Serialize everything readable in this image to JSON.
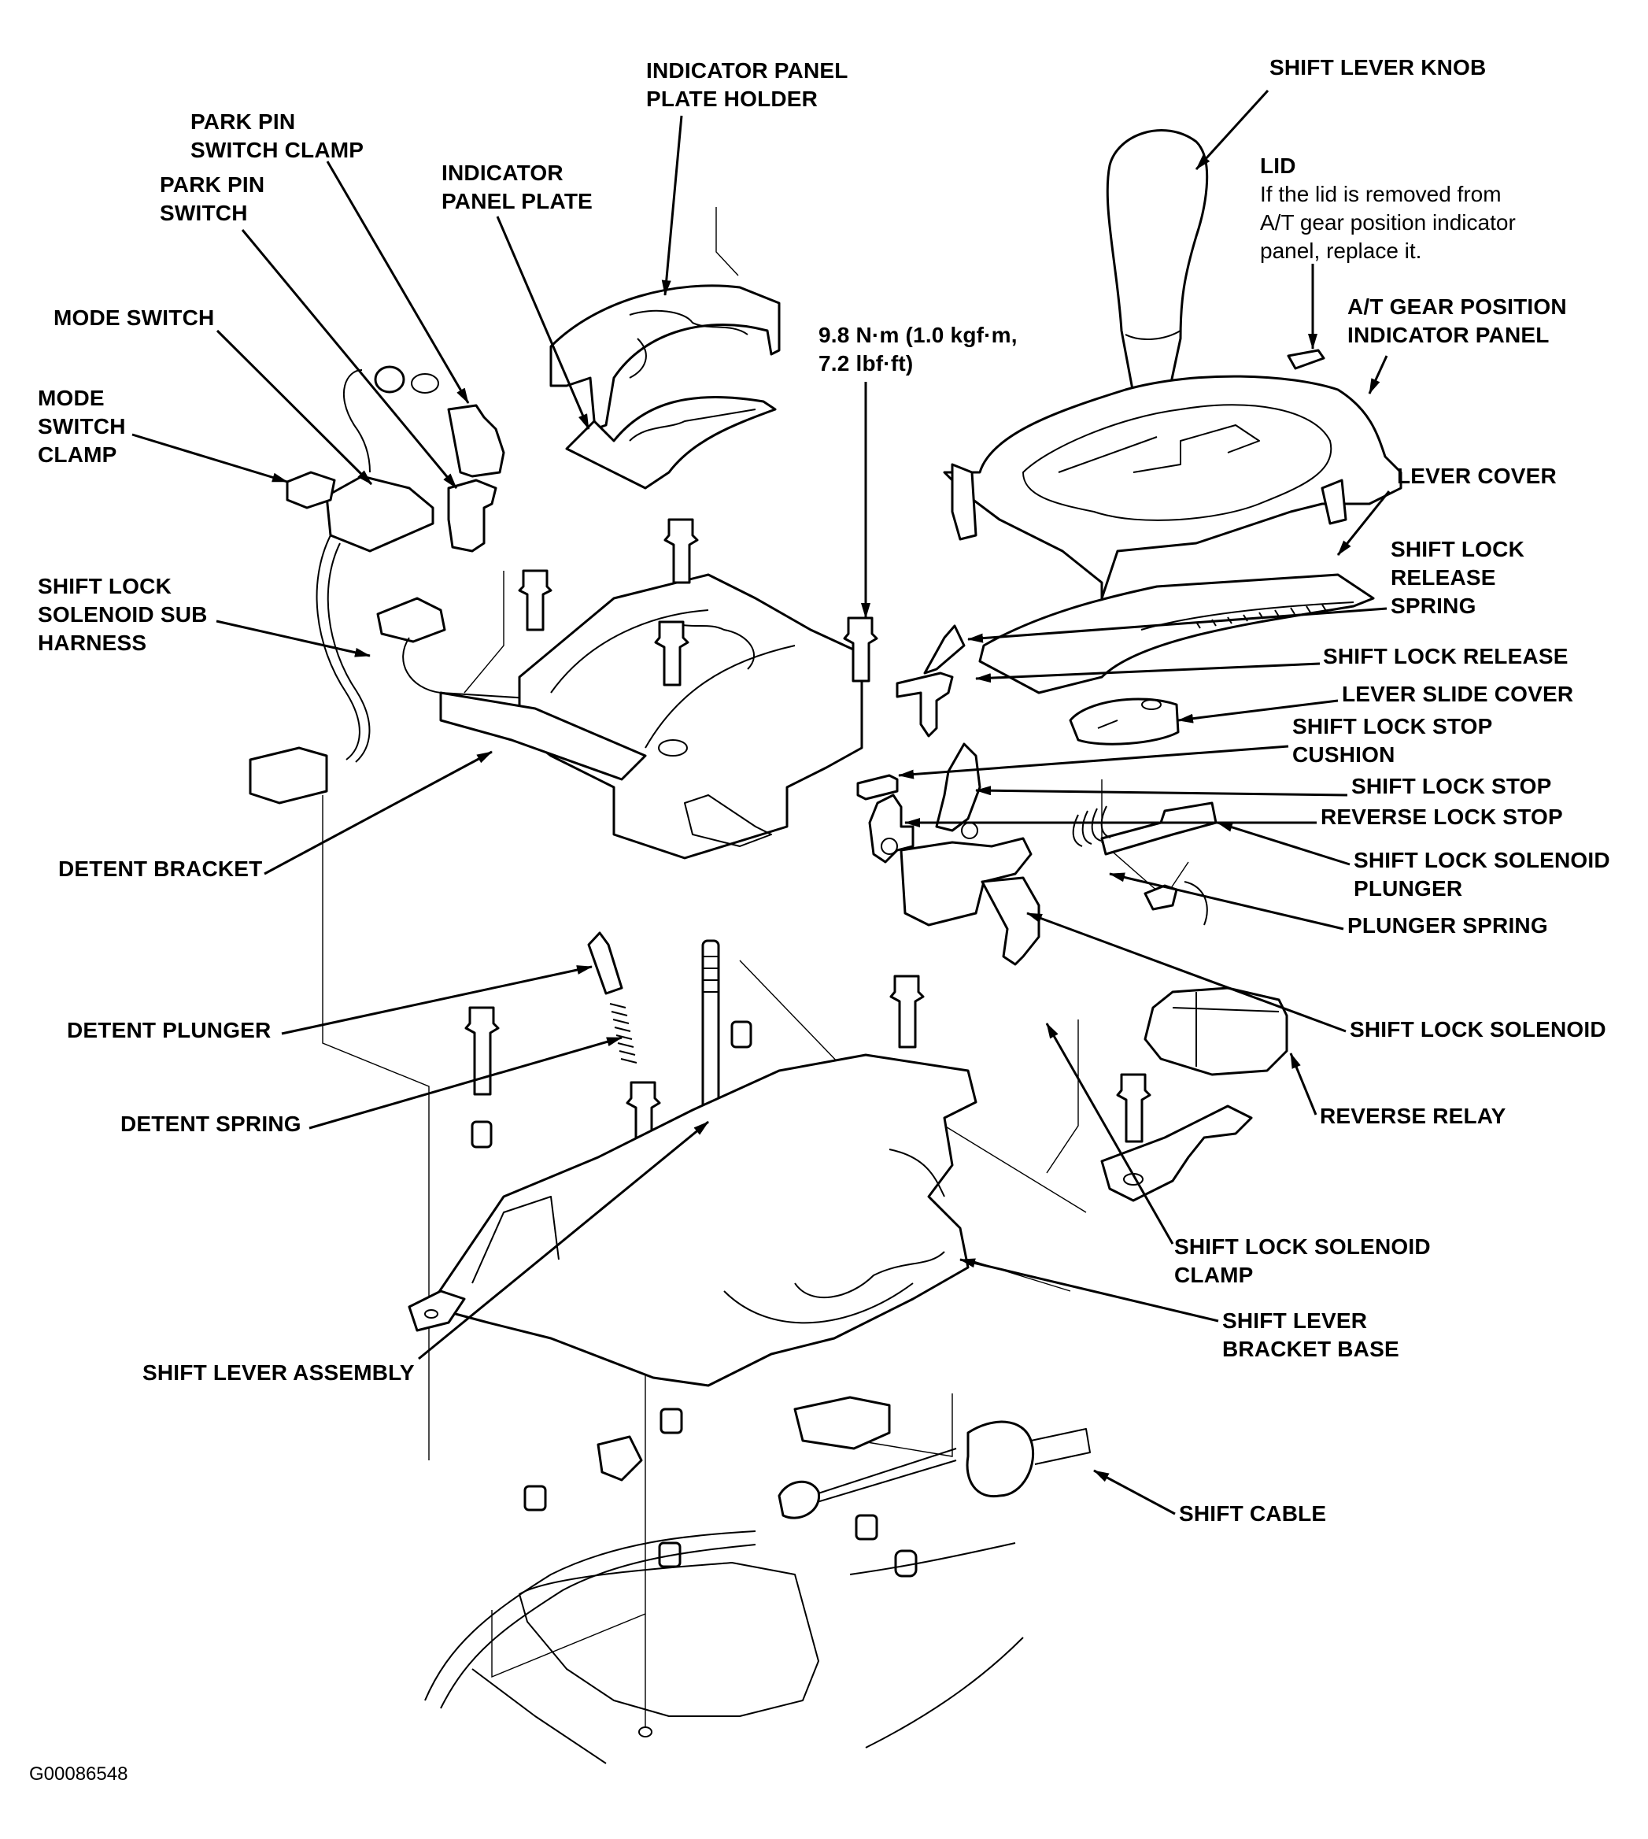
{
  "figure_id": "G00086548",
  "title": "Shift lever assembly — exploded view",
  "labels": {
    "indicator_panel_plate_holder": [
      "INDICATOR PANEL",
      "PLATE HOLDER"
    ],
    "park_pin_switch_clamp": [
      "PARK PIN",
      "SWITCH CLAMP"
    ],
    "park_pin_switch": [
      "PARK PIN",
      "SWITCH"
    ],
    "indicator_panel_plate": [
      "INDICATOR",
      "PANEL PLATE"
    ],
    "shift_lever_knob": [
      "SHIFT LEVER KNOB"
    ],
    "lid": [
      "LID"
    ],
    "lid_note": [
      "If the lid is removed from",
      "A/T gear position indicator",
      "panel, replace it."
    ],
    "torque_spec": [
      "9.8 N·m (1.0 kgf·m,",
      "7.2 lbf·ft)"
    ],
    "at_gear_position_indicator_panel": [
      "A/T GEAR POSITION",
      "INDICATOR PANEL"
    ],
    "mode_switch": [
      "MODE SWITCH"
    ],
    "mode_switch_clamp": [
      "MODE",
      "SWITCH",
      "CLAMP"
    ],
    "lever_cover": [
      "LEVER COVER"
    ],
    "shift_lock_release_spring": [
      "SHIFT LOCK",
      "RELEASE",
      "SPRING"
    ],
    "shift_lock_solenoid_sub_harness": [
      "SHIFT LOCK",
      "SOLENOID SUB",
      "HARNESS"
    ],
    "shift_lock_release": [
      "SHIFT LOCK RELEASE"
    ],
    "lever_slide_cover": [
      "LEVER SLIDE COVER"
    ],
    "shift_lock_stop_cushion": [
      "SHIFT LOCK STOP",
      "CUSHION"
    ],
    "shift_lock_stop": [
      "SHIFT LOCK STOP"
    ],
    "reverse_lock_stop": [
      "REVERSE LOCK STOP"
    ],
    "shift_lock_solenoid_plunger": [
      "SHIFT LOCK SOLENOID",
      "PLUNGER"
    ],
    "detent_bracket": [
      "DETENT BRACKET"
    ],
    "plunger_spring": [
      "PLUNGER SPRING"
    ],
    "detent_plunger": [
      "DETENT PLUNGER"
    ],
    "shift_lock_solenoid": [
      "SHIFT LOCK SOLENOID"
    ],
    "reverse_relay": [
      "REVERSE RELAY"
    ],
    "detent_spring": [
      "DETENT SPRING"
    ],
    "shift_lock_solenoid_clamp": [
      "SHIFT LOCK SOLENOID",
      "CLAMP"
    ],
    "shift_lever_bracket_base": [
      "SHIFT LEVER",
      "BRACKET BASE"
    ],
    "shift_lever_assembly": [
      "SHIFT LEVER ASSEMBLY"
    ],
    "shift_cable": [
      "SHIFT CABLE"
    ]
  },
  "colors": {
    "ink": "#000000",
    "paper": "#ffffff"
  }
}
